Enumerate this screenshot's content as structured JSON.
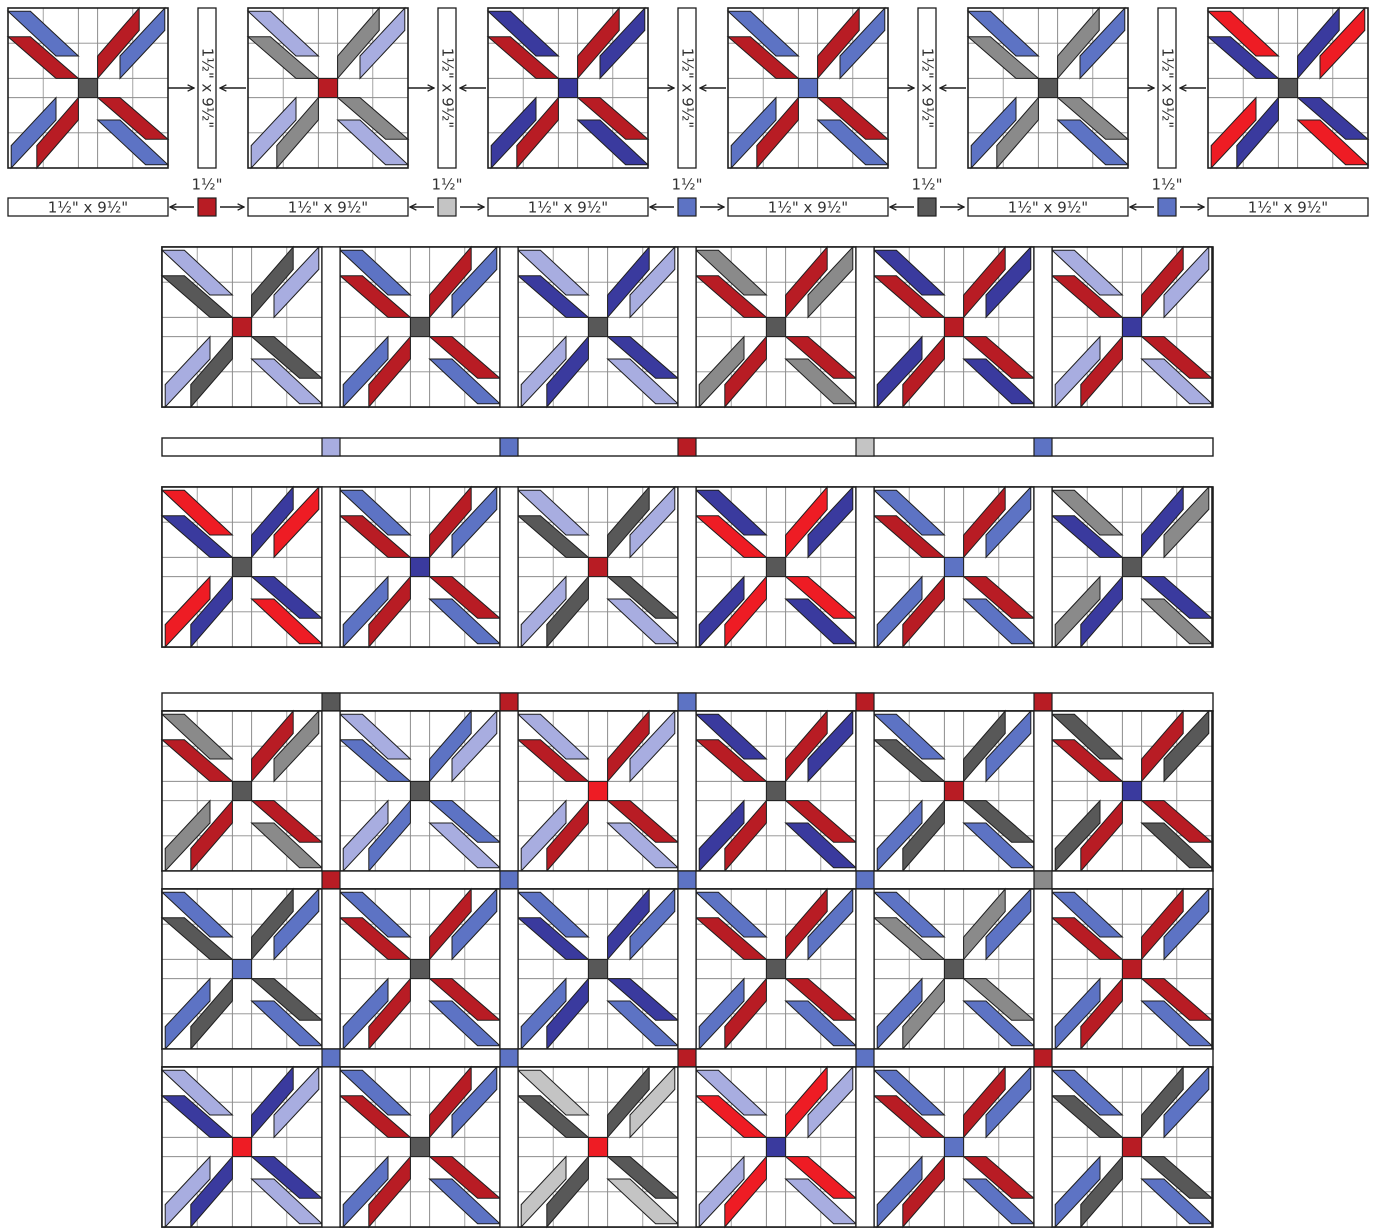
{
  "colors": {
    "red": "#b81c24",
    "brightRed": "#ee1c24",
    "navy": "#3a3a9e",
    "blue": "#5d73c4",
    "lavender": "#a8ade0",
    "dark": "#585858",
    "gray": "#8a8a8a",
    "lightGray": "#c4c4c4",
    "white": "#ffffff",
    "line": "#1e1e1e",
    "thinLine": "#8c8c8c"
  },
  "labels": {
    "sashing_size": "1½\" x 9½\"",
    "cornerstone_size": "1½\""
  },
  "assembly_blocks": [
    {
      "a": "red",
      "b": "blue",
      "c": "dark"
    },
    {
      "a": "gray",
      "b": "lavender",
      "c": "red"
    },
    {
      "a": "red",
      "b": "navy",
      "c": "navy"
    },
    {
      "a": "red",
      "b": "blue",
      "c": "blue"
    },
    {
      "a": "gray",
      "b": "blue",
      "c": "dark"
    },
    {
      "a": "navy",
      "b": "brightRed",
      "c": "dark"
    }
  ],
  "assembly_cornerstones": [
    "red",
    "lightGray",
    "blue",
    "dark",
    "blue"
  ],
  "row_a_blocks": [
    {
      "a": "dark",
      "b": "lavender",
      "c": "red"
    },
    {
      "a": "red",
      "b": "blue",
      "c": "dark"
    },
    {
      "a": "navy",
      "b": "lavender",
      "c": "dark"
    },
    {
      "a": "red",
      "b": "gray",
      "c": "dark"
    },
    {
      "a": "red",
      "b": "navy",
      "c": "red"
    },
    {
      "a": "red",
      "b": "lavender",
      "c": "navy"
    }
  ],
  "sashing_cornerstones": [
    "lavender",
    "blue",
    "red",
    "lightGray",
    "blue"
  ],
  "row_b_blocks": [
    {
      "a": "navy",
      "b": "brightRed",
      "c": "dark"
    },
    {
      "a": "red",
      "b": "blue",
      "c": "navy"
    },
    {
      "a": "dark",
      "b": "lavender",
      "c": "red"
    },
    {
      "a": "brightRed",
      "b": "navy",
      "c": "dark"
    },
    {
      "a": "red",
      "b": "blue",
      "c": "blue"
    },
    {
      "a": "navy",
      "b": "gray",
      "c": "dark"
    }
  ],
  "quilt_top_cornerstones": [
    "dark",
    "red",
    "blue",
    "red",
    "red"
  ],
  "quilt_mid_cornerstones_1": [
    "red",
    "blue",
    "blue",
    "blue",
    "gray"
  ],
  "quilt_mid_cornerstones_2": [
    "blue",
    "blue",
    "red",
    "blue",
    "red"
  ],
  "quilt_rows": [
    [
      {
        "a": "red",
        "b": "gray",
        "c": "dark"
      },
      {
        "a": "blue",
        "b": "lavender",
        "c": "dark"
      },
      {
        "a": "red",
        "b": "lavender",
        "c": "brightRed"
      },
      {
        "a": "red",
        "b": "navy",
        "c": "dark"
      },
      {
        "a": "dark",
        "b": "blue",
        "c": "red"
      },
      {
        "a": "red",
        "b": "dark",
        "c": "navy"
      }
    ],
    [
      {
        "a": "dark",
        "b": "blue",
        "c": "blue"
      },
      {
        "a": "red",
        "b": "blue",
        "c": "dark"
      },
      {
        "a": "navy",
        "b": "blue",
        "c": "dark"
      },
      {
        "a": "red",
        "b": "blue",
        "c": "dark"
      },
      {
        "a": "gray",
        "b": "blue",
        "c": "dark"
      },
      {
        "a": "red",
        "b": "blue",
        "c": "red"
      }
    ],
    [
      {
        "a": "navy",
        "b": "lavender",
        "c": "brightRed"
      },
      {
        "a": "red",
        "b": "blue",
        "c": "dark"
      },
      {
        "a": "dark",
        "b": "lightGray",
        "c": "brightRed"
      },
      {
        "a": "brightRed",
        "b": "lavender",
        "c": "navy"
      },
      {
        "a": "red",
        "b": "blue",
        "c": "blue"
      },
      {
        "a": "dark",
        "b": "blue",
        "c": "red"
      }
    ]
  ]
}
